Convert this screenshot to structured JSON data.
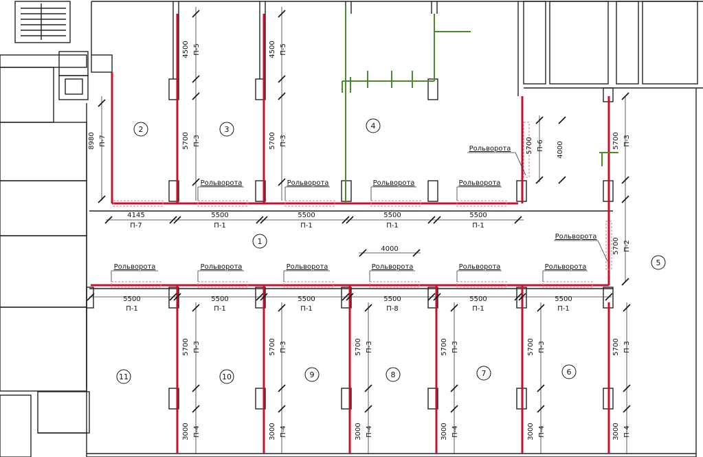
{
  "rooms": [
    {
      "id": "1",
      "label": "1"
    },
    {
      "id": "2",
      "label": "2"
    },
    {
      "id": "3",
      "label": "3"
    },
    {
      "id": "4",
      "label": "4"
    },
    {
      "id": "5",
      "label": "5"
    },
    {
      "id": "6",
      "label": "6"
    },
    {
      "id": "7",
      "label": "7"
    },
    {
      "id": "8",
      "label": "8"
    },
    {
      "id": "9",
      "label": "9"
    },
    {
      "id": "10",
      "label": "10"
    },
    {
      "id": "11",
      "label": "11"
    }
  ],
  "gate_label": "Рольворота",
  "dimensions": {
    "top_row": [
      {
        "dim": "4145",
        "mark": "П-7"
      },
      {
        "dim": "5500",
        "mark": "П-1"
      },
      {
        "dim": "5500",
        "mark": "П-1"
      },
      {
        "dim": "5500",
        "mark": "П-1"
      },
      {
        "dim": "5500",
        "mark": "П-1"
      }
    ],
    "bottom_row": [
      {
        "dim": "5500",
        "mark": "П-1"
      },
      {
        "dim": "5500",
        "mark": "П-1"
      },
      {
        "dim": "5500",
        "mark": "П-1"
      },
      {
        "dim": "5500",
        "mark": "П-8"
      },
      {
        "dim": "5500",
        "mark": "П-1"
      },
      {
        "dim": "5500",
        "mark": "П-1"
      }
    ],
    "corridor_opening": "4000",
    "upper_vertical": [
      {
        "dim": "4500",
        "mark": "П-5"
      },
      {
        "dim": "5700",
        "mark": "П-3"
      },
      {
        "dim": "4500",
        "mark": "П-5"
      },
      {
        "dim": "5700",
        "mark": "П-3"
      }
    ],
    "left_wall": {
      "dim": "8980",
      "mark": "П-7"
    },
    "p6": {
      "dim": "5700",
      "mark": "П-6",
      "dim2": "4000"
    },
    "room5_right": [
      {
        "dim": "5700",
        "mark": "П-3"
      },
      {
        "dim": "5700",
        "mark": "П-2"
      },
      {
        "dim": "5700",
        "mark": "П-3"
      },
      {
        "dim": "3000",
        "mark": "П-4"
      }
    ],
    "lower_vertical": [
      {
        "dim": "5700",
        "mark": "П-3"
      },
      {
        "dim": "3000",
        "mark": "П-4"
      }
    ]
  },
  "colors": {
    "wall": "#222222",
    "partition": "#c8102e",
    "green_partition": "#4a8a2a",
    "gate_dashed": "#e07a8a"
  }
}
